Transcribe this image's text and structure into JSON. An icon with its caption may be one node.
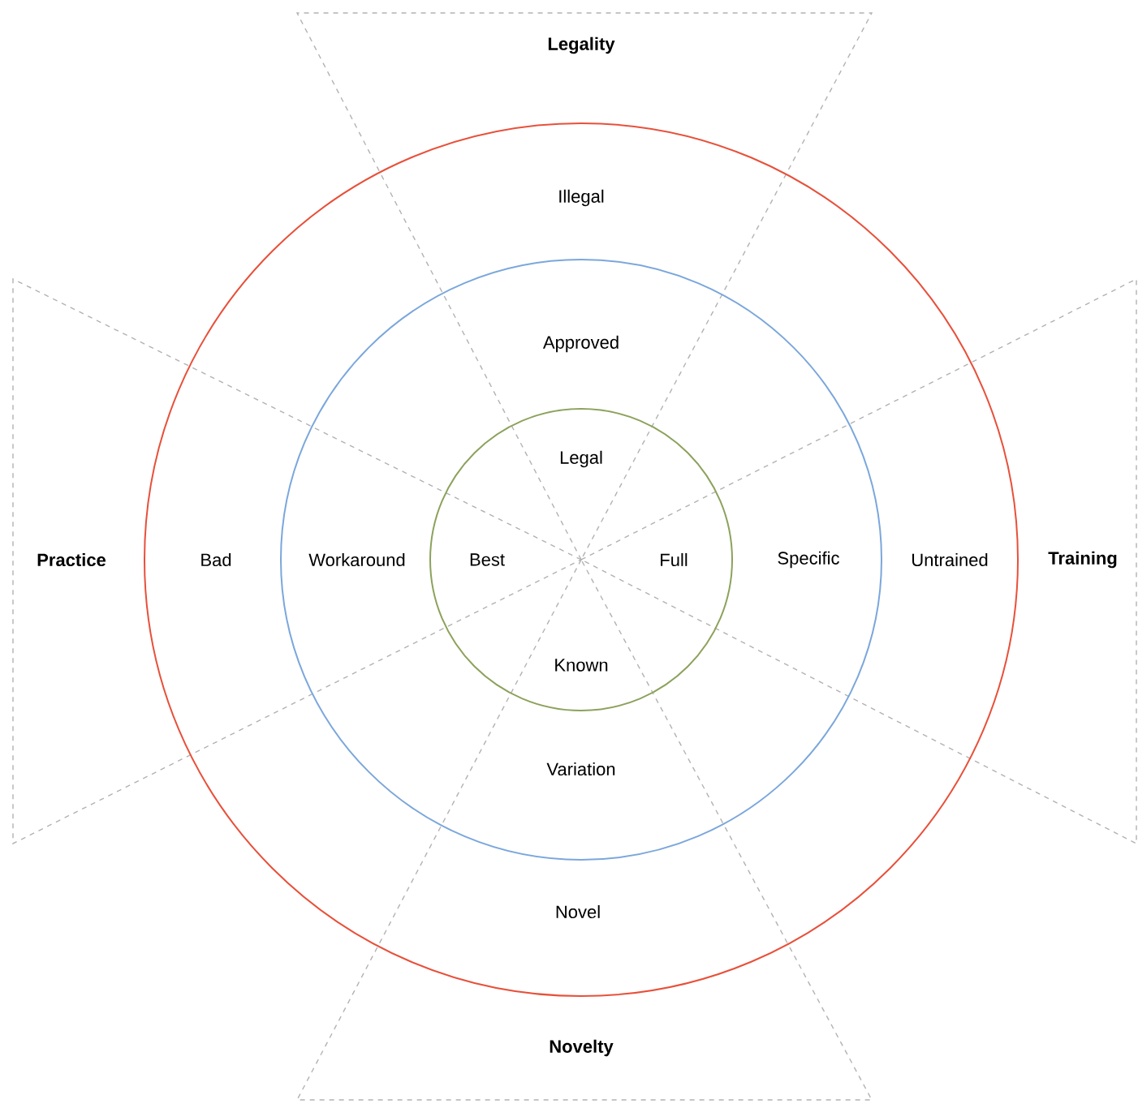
{
  "diagram": {
    "nodes": [
      {
        "text": [
          "Legality"
        ]
      },
      {
        "text": [
          "Practice"
        ]
      },
      {
        "text": [
          "Training"
        ]
      },
      {
        "text": [
          "Novelty"
        ]
      },
      {
        "text": [],
        "shape": "circle"
      },
      {
        "text": [],
        "shape": "circle",
        "in": 4
      },
      {
        "text": [],
        "shape": "circle",
        "in": 5
      }
    ],
    "labels": [
      "Illegal",
      "Approved",
      "Legal",
      "Bad",
      "Workaround",
      "Best",
      "Full",
      "Specific",
      "Untrained",
      "Known",
      "Variation",
      "Novel"
    ]
  }
}
